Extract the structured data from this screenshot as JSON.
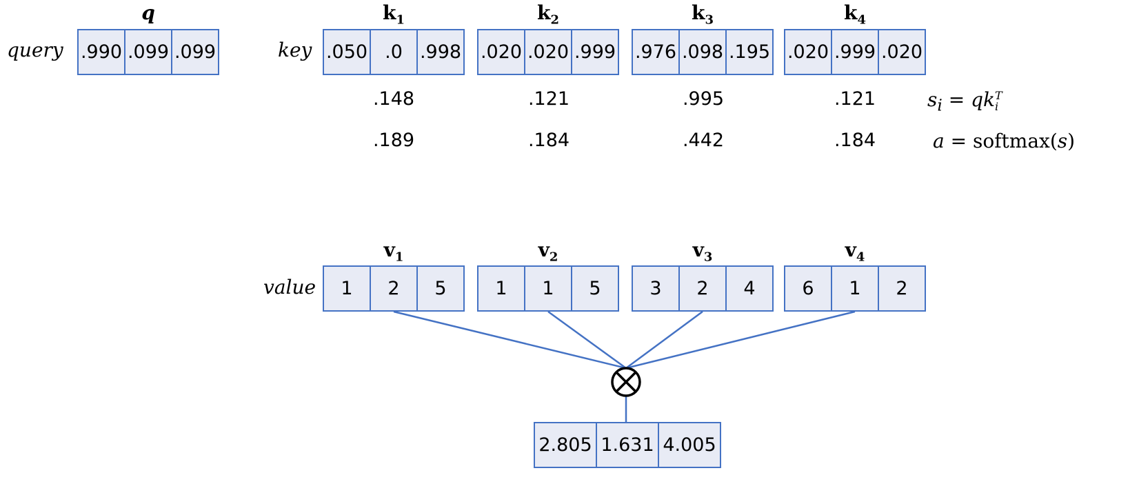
{
  "labels": {
    "query": "query",
    "key": "key",
    "value": "value"
  },
  "query": {
    "header": "q",
    "values": [
      ".990",
      ".099",
      ".099"
    ]
  },
  "keys": [
    {
      "header": "k",
      "sub": "1",
      "values": [
        ".050",
        ".0",
        ".998"
      ],
      "score": ".148",
      "weight": ".189"
    },
    {
      "header": "k",
      "sub": "2",
      "values": [
        ".020",
        ".020",
        ".999"
      ],
      "score": ".121",
      "weight": ".184"
    },
    {
      "header": "k",
      "sub": "3",
      "values": [
        ".976",
        ".098",
        ".195"
      ],
      "score": ".995",
      "weight": ".442"
    },
    {
      "header": "k",
      "sub": "4",
      "values": [
        ".020",
        ".999",
        ".020"
      ],
      "score": ".121",
      "weight": ".184"
    }
  ],
  "values": [
    {
      "header": "v",
      "sub": "1",
      "values": [
        "1",
        "2",
        "5"
      ]
    },
    {
      "header": "v",
      "sub": "2",
      "values": [
        "1",
        "1",
        "5"
      ]
    },
    {
      "header": "v",
      "sub": "3",
      "values": [
        "3",
        "2",
        "4"
      ]
    },
    {
      "header": "v",
      "sub": "4",
      "values": [
        "6",
        "1",
        "2"
      ]
    }
  ],
  "formulas": {
    "score": {
      "s": "s",
      "i": "i",
      "eq": " = ",
      "q": "q",
      "k": "k",
      "T": "T"
    },
    "attention": {
      "a": "a",
      "eq": " = ",
      "fn": "softmax(",
      "s": "s",
      "close": ")"
    }
  },
  "output": {
    "values": [
      "2.805",
      "1.631",
      "4.005"
    ]
  },
  "colors": {
    "border": "#4472c4",
    "fill": "#e8ebf5",
    "line": "#4472c4"
  },
  "icons": {
    "multiply": "circled-times-icon"
  }
}
